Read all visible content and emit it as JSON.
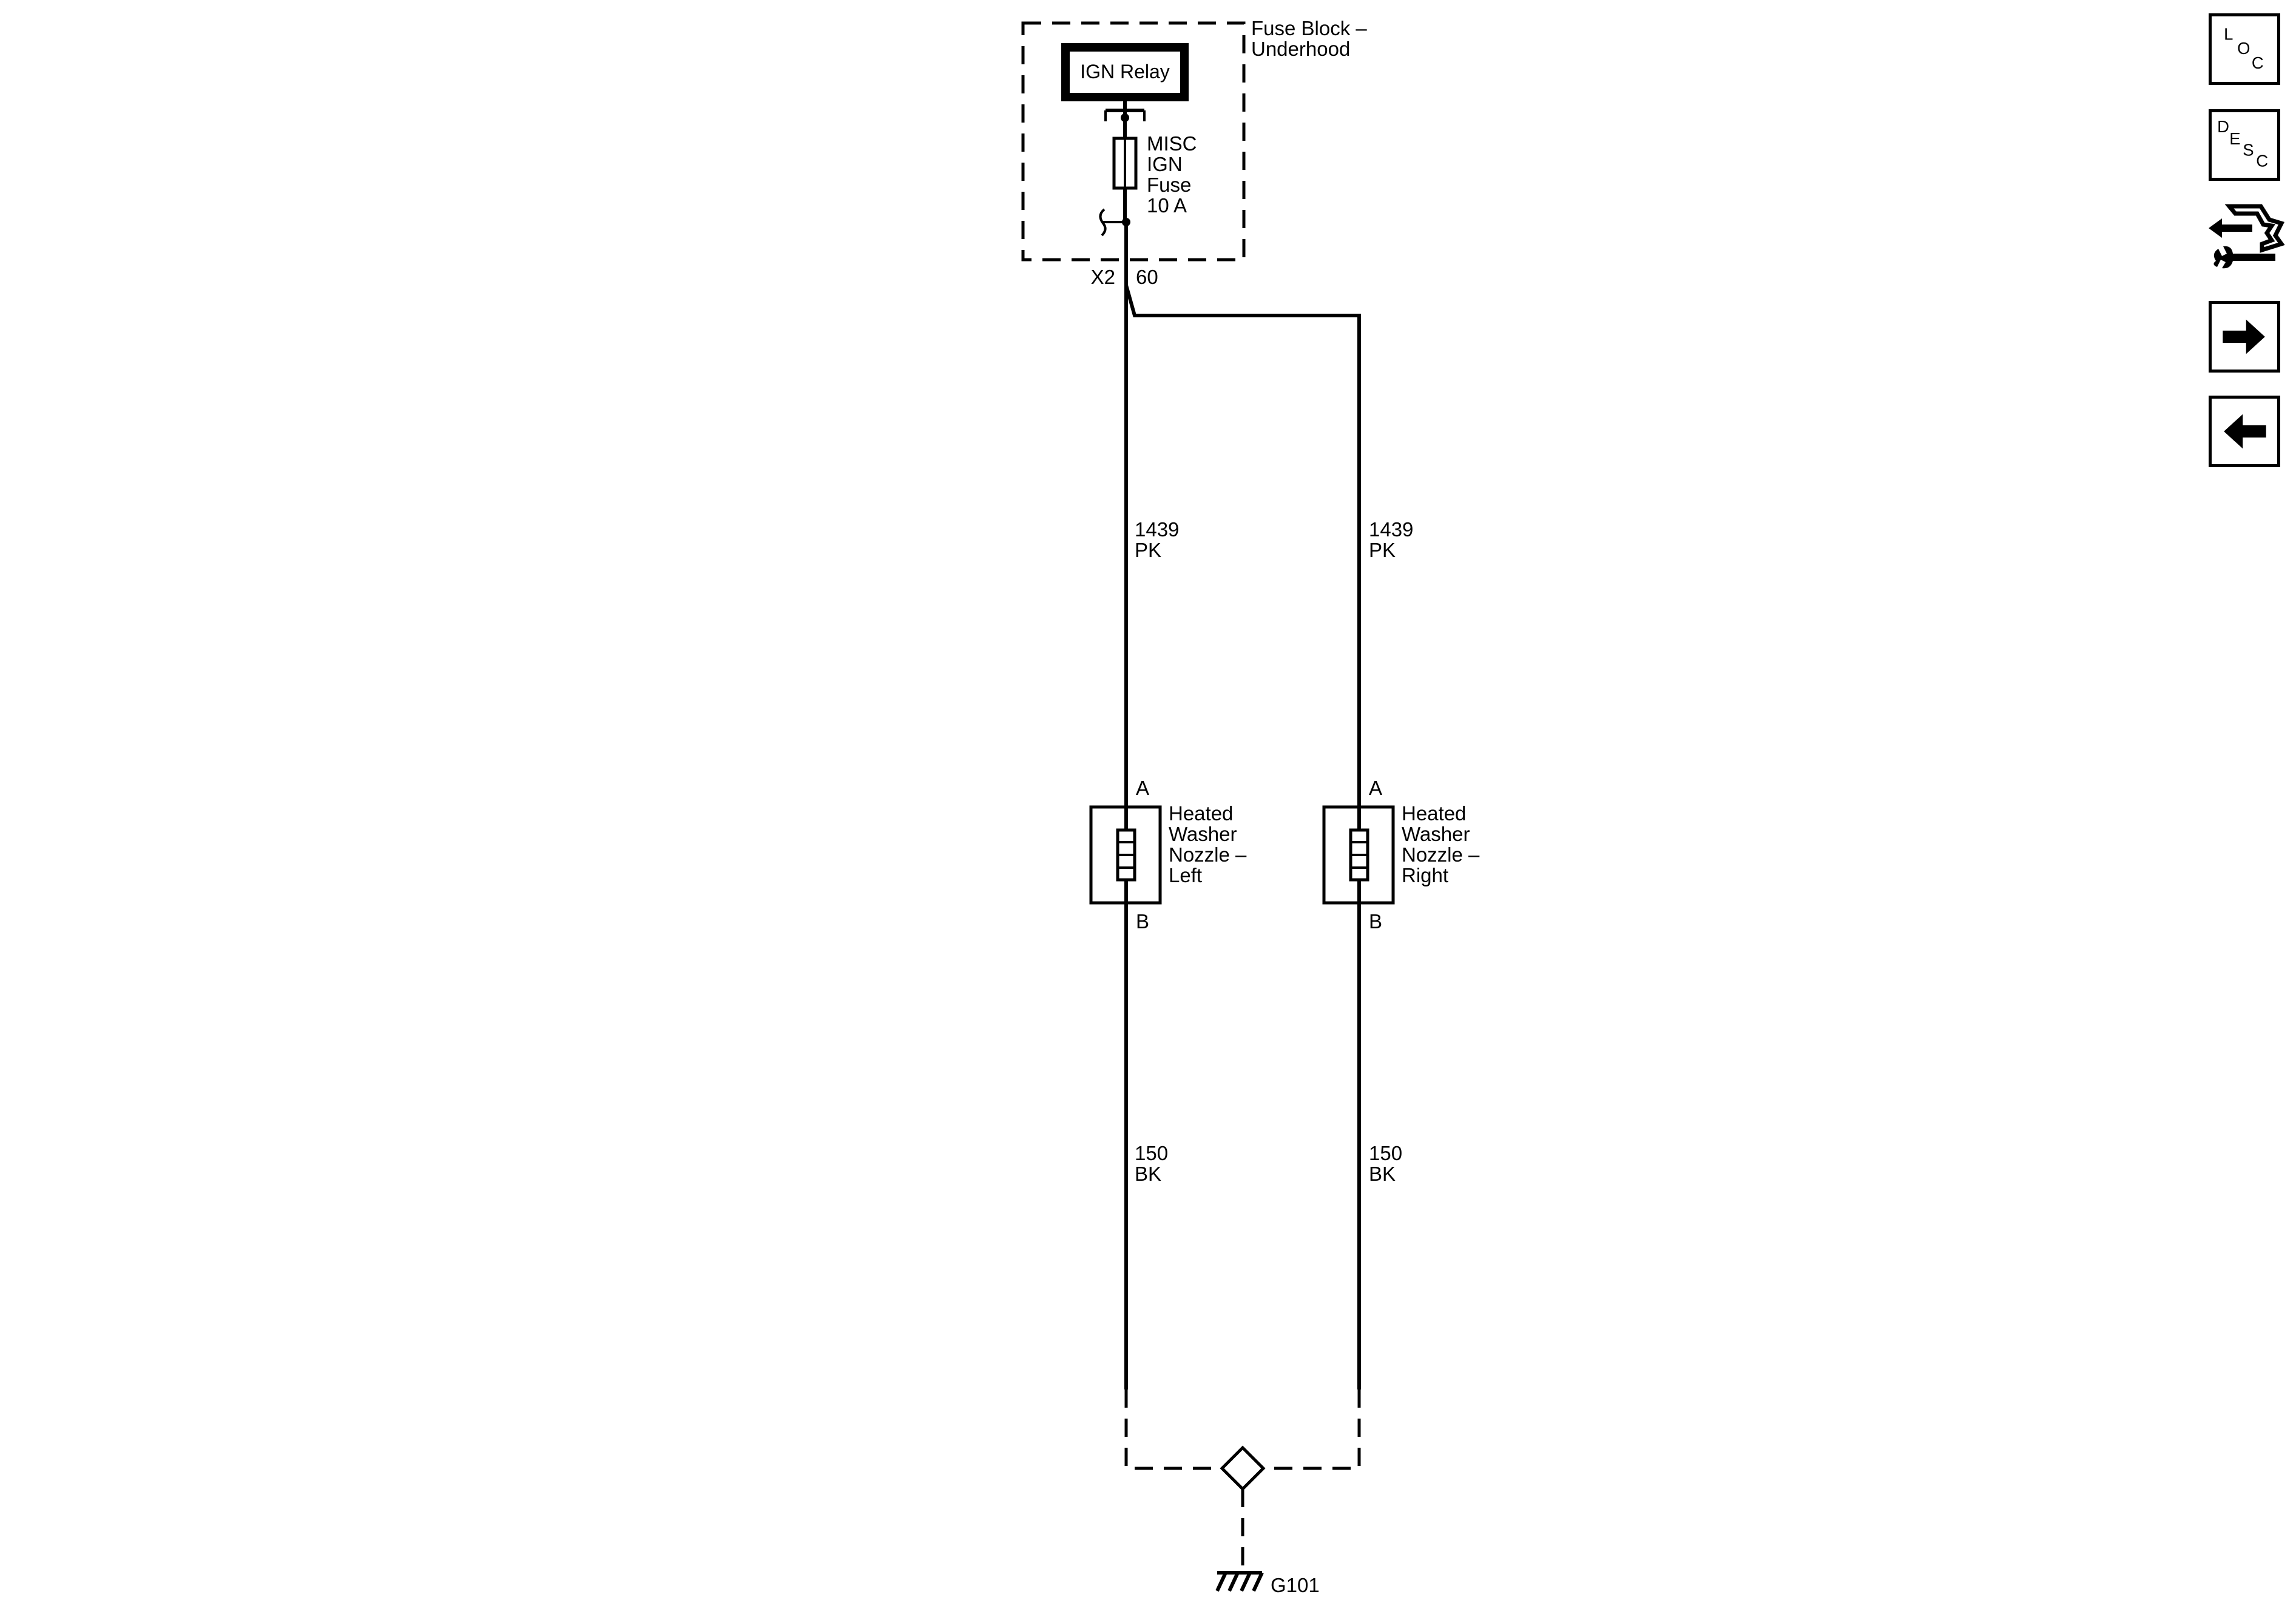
{
  "fuse_block": {
    "name_line1": "Fuse Block –",
    "name_line2": "Underhood"
  },
  "relay": {
    "label": "IGN Relay"
  },
  "fuse": {
    "line1": "MISC",
    "line2": "IGN",
    "line3": "Fuse",
    "line4": "10 A"
  },
  "connector": {
    "id": "X2",
    "pin": "60"
  },
  "wires": {
    "left_upper": {
      "circuit": "1439",
      "color": "PK"
    },
    "right_upper": {
      "circuit": "1439",
      "color": "PK"
    },
    "left_lower": {
      "circuit": "150",
      "color": "BK"
    },
    "right_lower": {
      "circuit": "150",
      "color": "BK"
    }
  },
  "nozzle_left": {
    "pin_top": "A",
    "pin_bottom": "B",
    "line1": "Heated",
    "line2": "Washer",
    "line3": "Nozzle –",
    "line4": "Left"
  },
  "nozzle_right": {
    "pin_top": "A",
    "pin_bottom": "B",
    "line1": "Heated",
    "line2": "Washer",
    "line3": "Nozzle –",
    "line4": "Right"
  },
  "ground": {
    "label": "G101"
  },
  "side_buttons": {
    "loc": {
      "l1": "L",
      "l2": "O",
      "l3": "C"
    },
    "desc": {
      "l1": "D",
      "l2": "E",
      "l3": "S",
      "l4": "C"
    }
  },
  "icons": {
    "loc": "loc-icon",
    "desc": "desc-icon",
    "connector_tools": "connector-wrench-icon",
    "next": "arrow-right-icon",
    "previous": "arrow-left-icon"
  }
}
